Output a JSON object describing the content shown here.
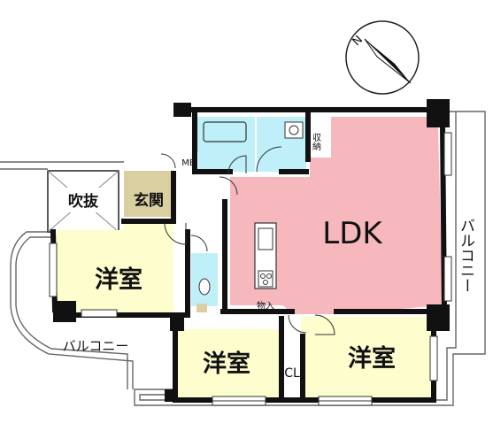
{
  "floorplan": {
    "rooms": {
      "ldk": "LDK",
      "western_room_left": "洋室",
      "western_room_bottom": "洋室",
      "western_room_right": "洋室",
      "entrance": "玄関",
      "atrium": "吹抜",
      "closet": "CL",
      "meter_box": "MB",
      "storage": "収納",
      "storage_bottom": "物入"
    },
    "balcony_right": "バルコニー",
    "balcony_left": "バルコニー",
    "compass": {
      "label": "N"
    },
    "colors": {
      "ldk": "#f6b8bd",
      "western_room": "#fdfdce",
      "wet_area": "#bfeff9",
      "entrance": "#d9cfa1",
      "wall": "#111111",
      "balcony_line": "#666666"
    }
  }
}
